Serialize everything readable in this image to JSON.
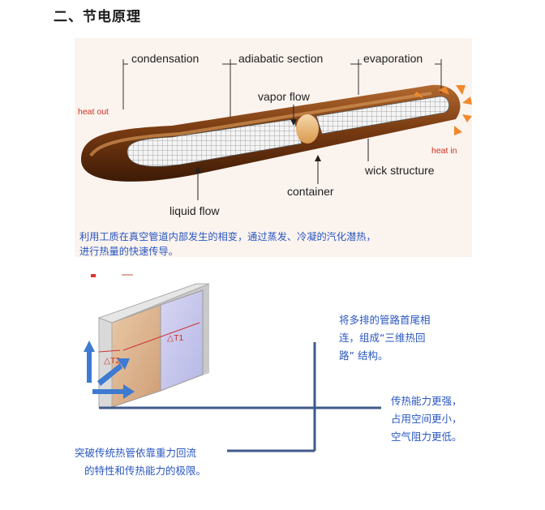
{
  "heading": "二、节电原理",
  "heat_pipe": {
    "sections": [
      "condensation",
      "adiabatic section",
      "evaporation"
    ],
    "labels": {
      "vapor_flow": "vapor flow",
      "heat_out": "heat out",
      "heat_in": "heat in",
      "wick_structure": "wick structure",
      "container": "container",
      "liquid_flow": "liquid flow"
    },
    "caption_line1": "利用工质在真空管道内部发生的相变，通过蒸发、冷凝的汽化潜热，",
    "caption_line2": "进行热量的快速传导。"
  },
  "module": {
    "t1": "△T1",
    "t2": "△T2"
  },
  "notes": {
    "top_right": [
      "将多排的管路首尾相",
      "连，组成“三维热回",
      "路” 结构。"
    ],
    "right": [
      "传热能力更强，",
      "占用空间更小，",
      "空气阻力更低。"
    ],
    "bottom_left": [
      "突破传统热管依靠重力回流",
      "的特性和传热能力的极限。"
    ]
  },
  "colors": {
    "pipe_brown": "#8a4a1c",
    "pipe_highlight": "#e7a85e",
    "arrow_orange": "#f0892b",
    "note_blue": "#2a57c2",
    "line_navy": "#3f5a8a"
  }
}
